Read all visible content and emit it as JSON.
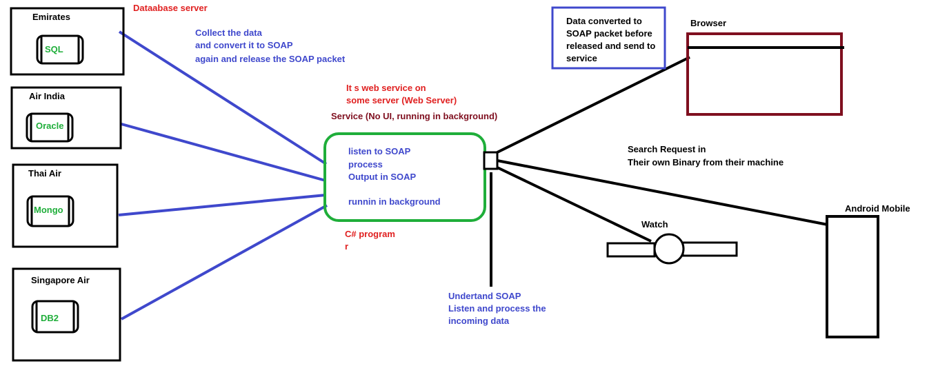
{
  "databases": [
    {
      "airline": "Emirates",
      "engine": "SQL"
    },
    {
      "airline": "Air India",
      "engine": "Oracle"
    },
    {
      "airline": "Thai Air",
      "engine": "Mongo"
    },
    {
      "airline": "Singapore Air",
      "engine": "DB2"
    }
  ],
  "labels": {
    "database_server": "Dataabase server",
    "collect": [
      "Collect the data",
      "and convert it to SOAP",
      "again and release  the SOAP packet"
    ],
    "web_service": [
      "It s web service on",
      "some server  (Web Server)"
    ],
    "service": "Service (No UI, running in background)",
    "service_lines": [
      "listen to SOAP",
      "process",
      "Output in SOAP",
      "",
      "runnin in background"
    ],
    "csharp": [
      "C# program",
      "r"
    ],
    "understand": [
      "Undertand SOAP",
      "Listen and process the",
      "incoming data"
    ],
    "data_converted": [
      "Data converted to",
      "SOAP packet before",
      "released and send to",
      "service"
    ],
    "browser": "Browser",
    "search_request": [
      "Search Request in",
      "Their own Binary  from their machine"
    ],
    "watch": "Watch",
    "android": "Android Mobile"
  },
  "colors": {
    "red_text": "#e02020",
    "blue_lines": "#3f48cc",
    "green": "#1fae3a",
    "browser_border": "#7f0f1f",
    "black": "#000000"
  }
}
